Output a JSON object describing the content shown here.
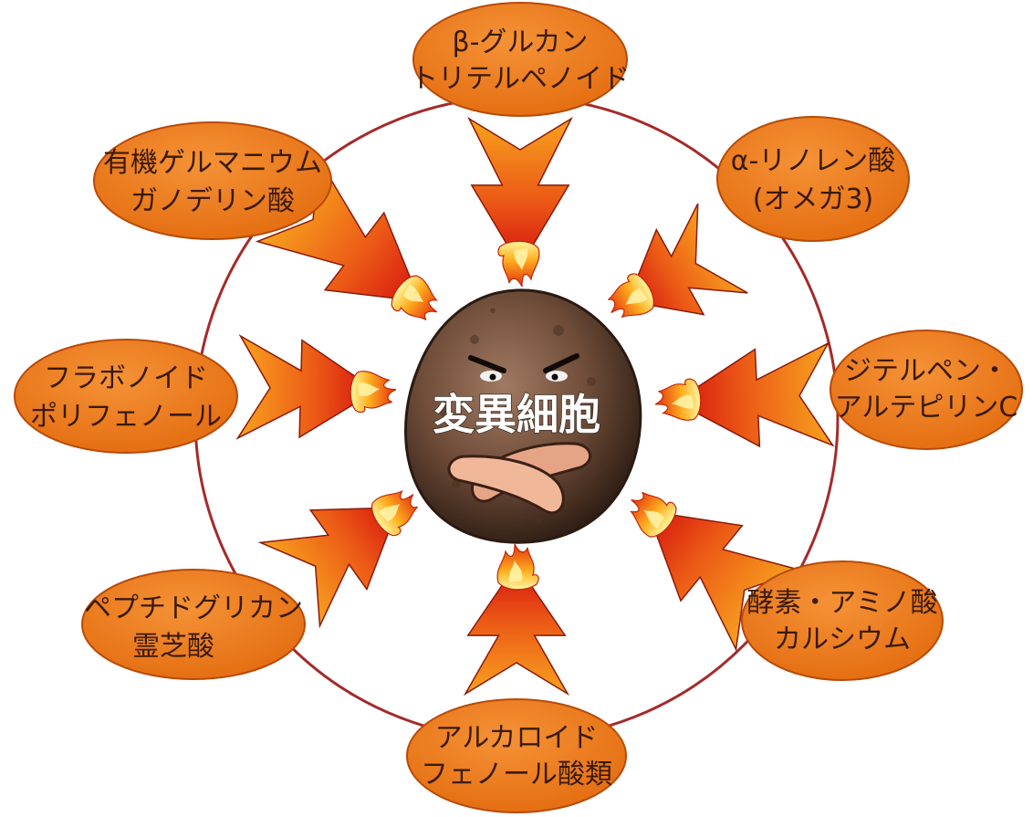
{
  "center": {
    "label": "変異細胞"
  },
  "nodes": [
    {
      "id": "beta-glucan",
      "line1": "β-グルカン",
      "line2": "トリテルペノイド"
    },
    {
      "id": "alpha-linolenic",
      "line1": "α-リノレン酸",
      "line2": "(オメガ3)"
    },
    {
      "id": "diterpene",
      "line1": "ジテルペン・",
      "line2": "アルテピリンC"
    },
    {
      "id": "enzyme",
      "line1": "酵素・アミノ酸",
      "line2": "カルシウム"
    },
    {
      "id": "alkaloid",
      "line1": "アルカロイド",
      "line2": "フェノール酸類"
    },
    {
      "id": "peptide",
      "line1": "ペプチドグリカン",
      "line2": "霊芝酸"
    },
    {
      "id": "flavonoid",
      "line1": "フラボノイド",
      "line2": "ポリフェノール"
    },
    {
      "id": "germanium",
      "line1": "有機ゲルマニウム",
      "line2": "ガノデリン酸"
    }
  ],
  "colors": {
    "ring": "#a52a2a",
    "node_fill": "#ef7a1a",
    "node_stroke": "#b84a08",
    "arrow_tail": "#f59a1c",
    "arrow_head": "#d9140f",
    "flame": "#ff7a10",
    "cell": "#6b4a36"
  },
  "icons": {
    "arrow": "red-arrow-icon",
    "flame": "flame-icon",
    "cell": "mutant-cell-icon"
  }
}
